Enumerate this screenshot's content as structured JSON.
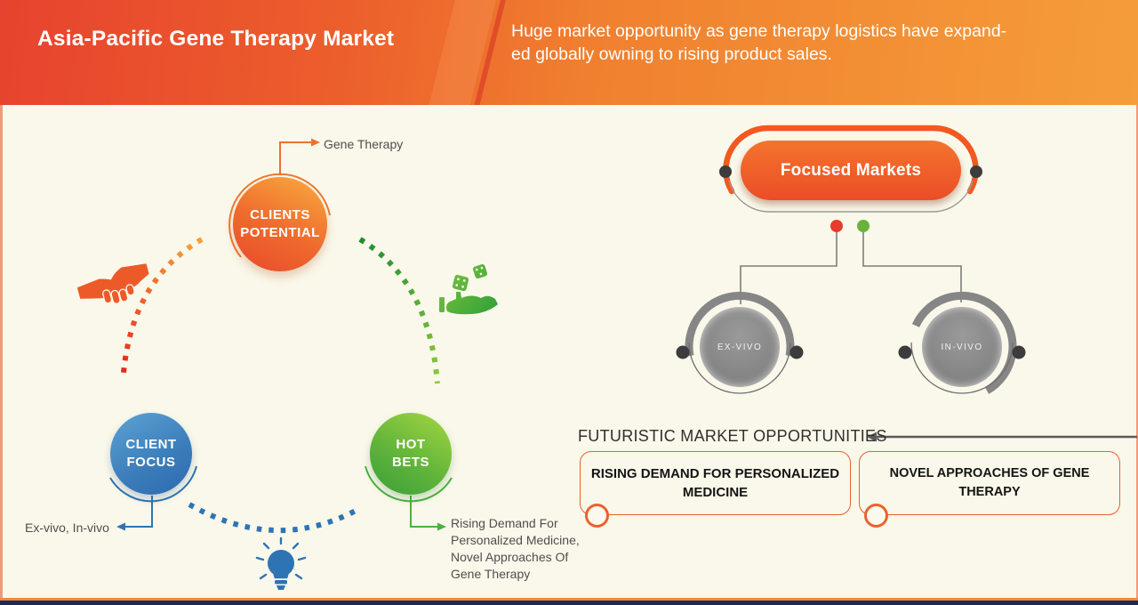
{
  "header": {
    "title": "Asia-Pacific Gene Therapy Market",
    "subtitle": "Huge market opportunity as gene therapy logistics have expand-\ned globally owning to rising product sales."
  },
  "ecosystem": {
    "clients_potential": {
      "label": "CLIENTS\nPOTENTIAL",
      "annotation": "Gene Therapy"
    },
    "client_focus": {
      "label": "CLIENT\nFOCUS",
      "annotation": "Ex-vivo, In-vivo"
    },
    "hot_bets": {
      "label": "HOT\nBETS",
      "annotation": "Rising Demand For\nPersonalized Medicine,\nNovel Approaches Of\nGene Therapy"
    },
    "icons": [
      "handshake-icon",
      "dice-hand-icon",
      "lightbulb-icon"
    ]
  },
  "market_tree": {
    "root_label": "Focused Markets",
    "branches": [
      {
        "label": "EX-VIVO"
      },
      {
        "label": "IN-VIVO"
      }
    ]
  },
  "opportunities": {
    "heading": "FUTURISTIC MARKET OPPORTUNITIES",
    "boxes": [
      {
        "label": "RISING DEMAND FOR PERSONALIZED\nMEDICINE"
      },
      {
        "label": "NOVEL APPROACHES OF GENE THERAPY"
      }
    ]
  },
  "colors": {
    "header_gradient_left": "#e7432e",
    "header_gradient_right": "#f59d3a",
    "orange_primary": "#ee5a28",
    "blue": "#2e74b5",
    "green": "#4db043",
    "gray_node": "#8a8a8a",
    "red_dot": "#e73b2d",
    "green_dot": "#67b33c",
    "navy_footer": "#1f2b4e",
    "background": "#faf8ea"
  }
}
